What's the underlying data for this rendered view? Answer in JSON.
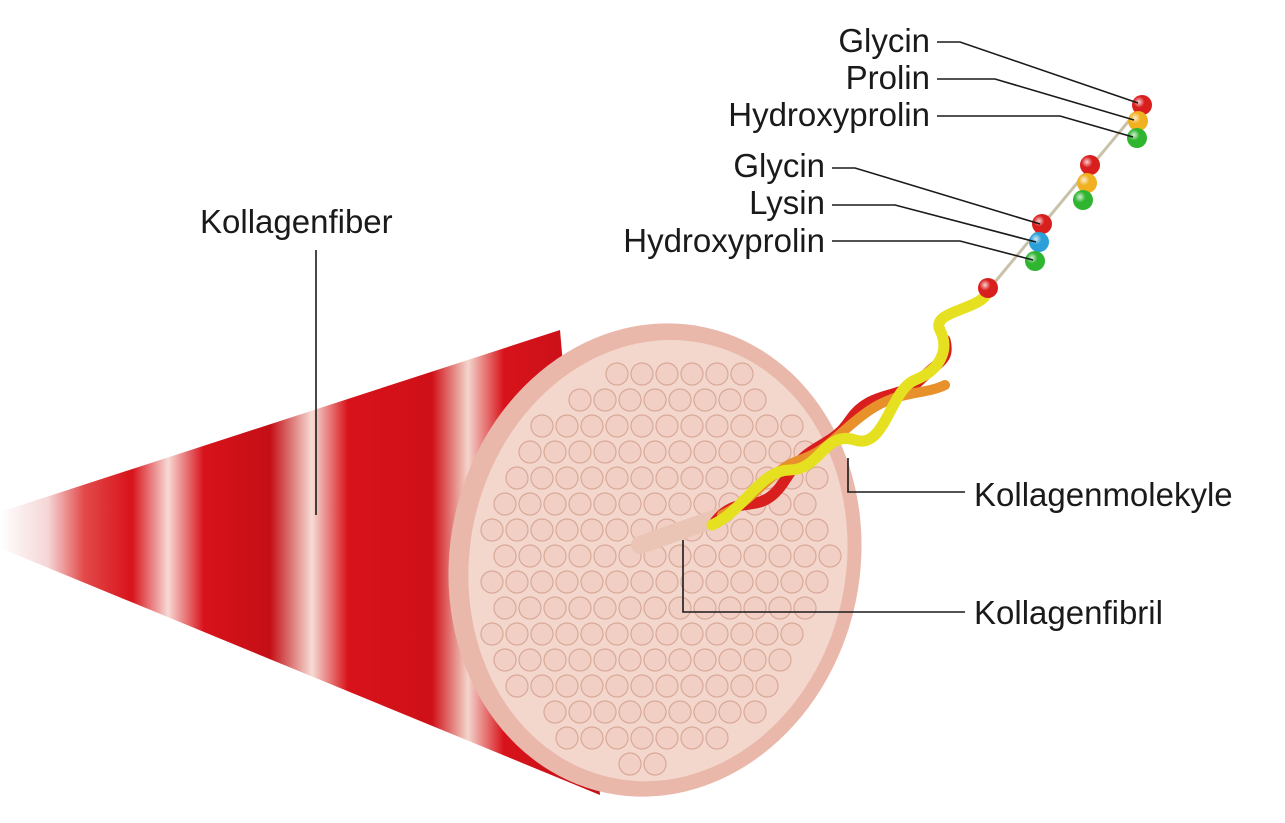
{
  "labels": {
    "group1": [
      "Glycin",
      "Prolin",
      "Hydroxyprolin"
    ],
    "group2": [
      "Glycin",
      "Lysin",
      "Hydroxyprolin"
    ],
    "fiber": "Kollagenfiber",
    "molecule": "Kollagenmolekyle",
    "fibril": "Kollagenfibril"
  },
  "colors": {
    "glycin": "#d91e1e",
    "prolin": "#f0b020",
    "hydroxyprolin": "#2fb52f",
    "lysin": "#2a9fd8",
    "fiber_red": "#d8121a",
    "fibril_pink": "#f1cfc4"
  }
}
